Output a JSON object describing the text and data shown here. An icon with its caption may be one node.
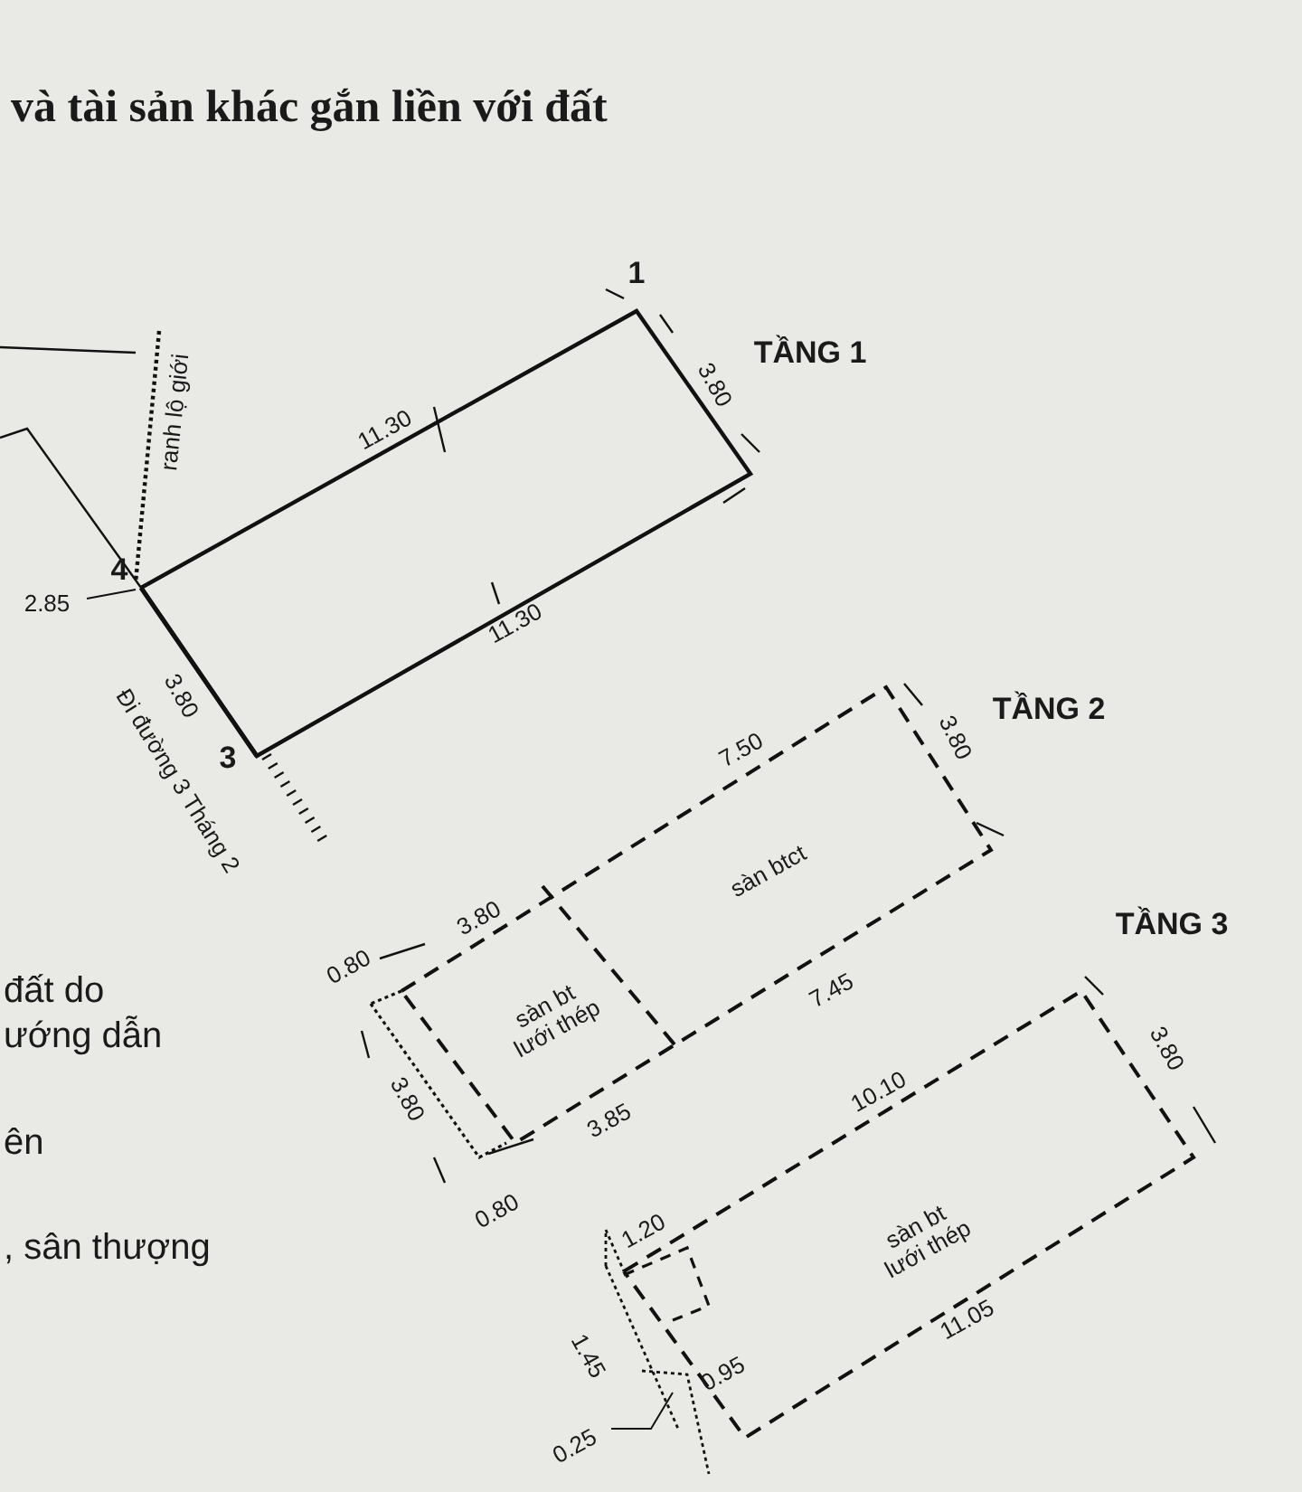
{
  "diagram": {
    "title": "và tài sản khác gắn liền với đất",
    "labels": [
      "1",
      "TẦNG 1",
      "ranh lộ giới",
      "3.80",
      "11.30",
      "4",
      "2.85",
      "11.30",
      "3.80",
      "Đi đường 3 Tháng 2",
      "3",
      "TẦNG 2",
      "7.50",
      "3.80",
      "sàn btct",
      "3.80",
      "0.80",
      "sàn bt lưới thép",
      "7.45",
      "TẦNG 3",
      "3.80",
      "3.80",
      "3.85",
      "10.10",
      "0.80",
      "1.20",
      "sàn bt lưới thép",
      "11.05",
      "1.45",
      "0.95",
      "0.25",
      "đất do",
      "ướng dẫn",
      "ên",
      ", sân thượng"
    ]
  }
}
